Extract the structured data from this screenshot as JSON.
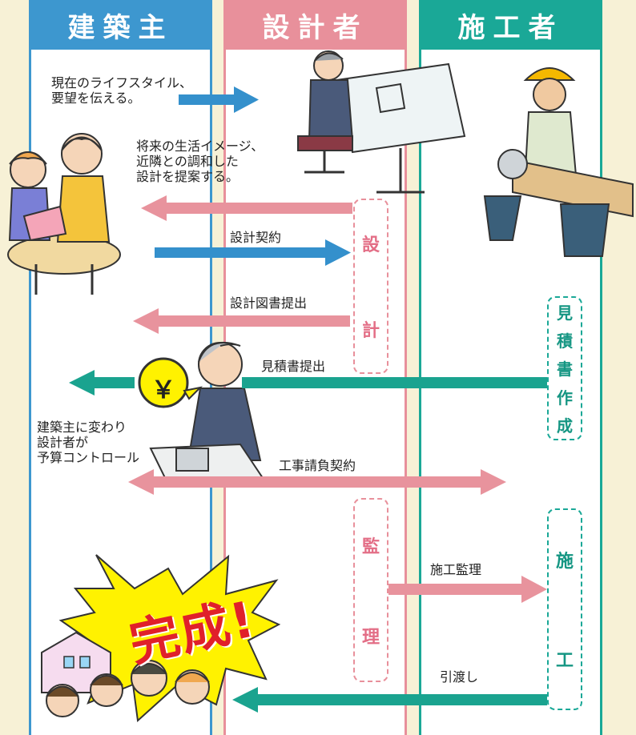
{
  "lanes": {
    "owner": "建築主",
    "designer": "設計者",
    "builder": "施工者"
  },
  "labels": {
    "convey_line1": "現在のライフスタイル、",
    "convey_line2": "要望を伝える。",
    "propose_line1": "将来の生活イメージ、",
    "propose_line2": "近隣との調和した",
    "propose_line3": "設計を提案する。",
    "design_contract": "設計契約",
    "drawings_submit": "設計図書提出",
    "estimate_submit": "見積書提出",
    "budget_line1": "建築主に変わり",
    "budget_line2": "設計者が",
    "budget_line3": "予算コントロール",
    "construction_contract": "工事請負契約",
    "supervision": "施工監理",
    "handover": "引渡し"
  },
  "phases": {
    "design": [
      "設",
      "計"
    ],
    "estimate": [
      "見",
      "積",
      "書",
      "作",
      "成"
    ],
    "kanri": [
      "監",
      "理"
    ],
    "sekou": [
      "施",
      "工"
    ]
  },
  "badge": {
    "yen": "￥",
    "complete": "完成!"
  },
  "colors": {
    "owner_blue": "#3d97cf",
    "designer_pink": "#e8909b",
    "builder_green": "#1aa897",
    "arrow_blue": "#3490cc",
    "arrow_pink": "#e8939d",
    "arrow_green": "#1aa38f",
    "burst_yellow": "#fff200",
    "kansei_red": "#e0202a"
  }
}
